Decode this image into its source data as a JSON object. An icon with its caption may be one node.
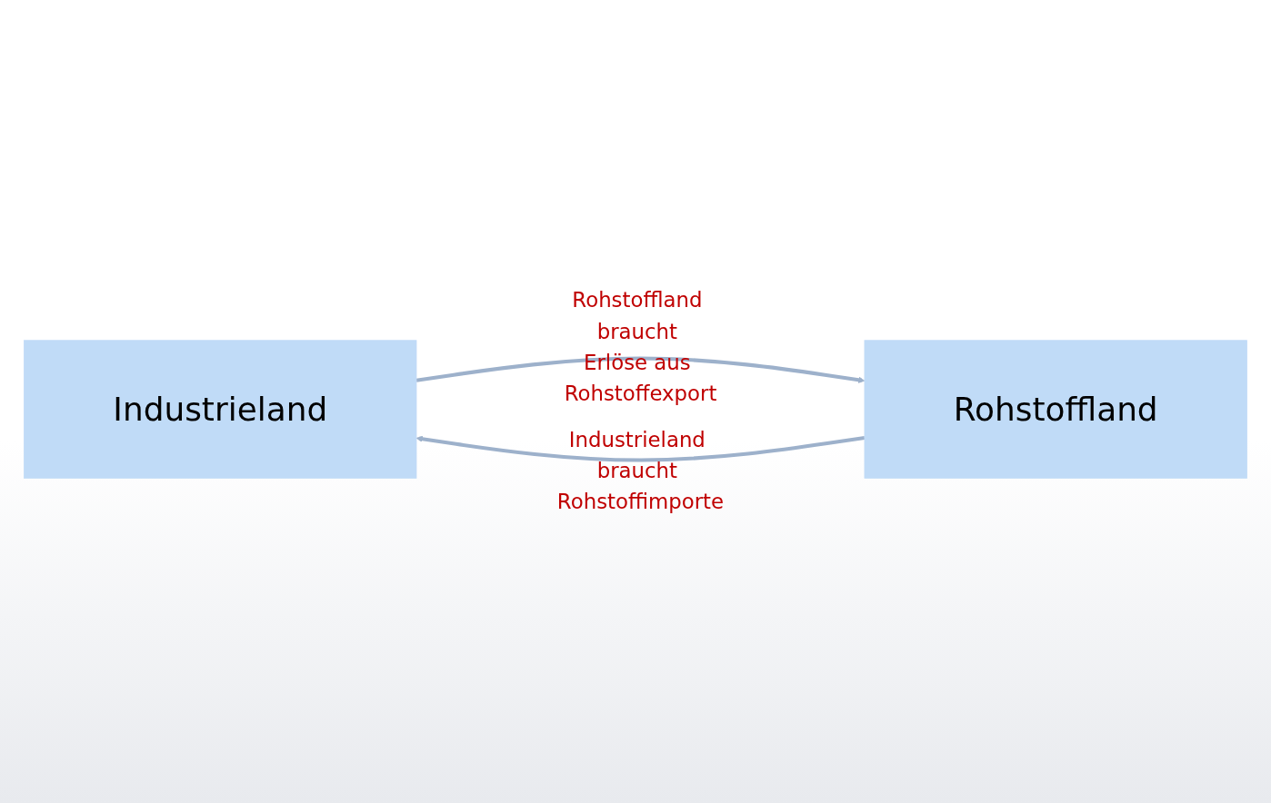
{
  "diagram": {
    "nodes": [
      {
        "text": [
          "Industrieland"
        ]
      },
      {
        "text": [
          "Rohstoffland"
        ]
      }
    ],
    "edges": [
      {
        "from": 1,
        "to": 0,
        "arrow": "to",
        "label": "Industrieland braucht Rohstoffimporte"
      },
      {
        "from": 0,
        "to": 1,
        "arrow": "to",
        "label": "Rohstoffland braucht Erlöse aus Rohstoffexport"
      }
    ]
  }
}
